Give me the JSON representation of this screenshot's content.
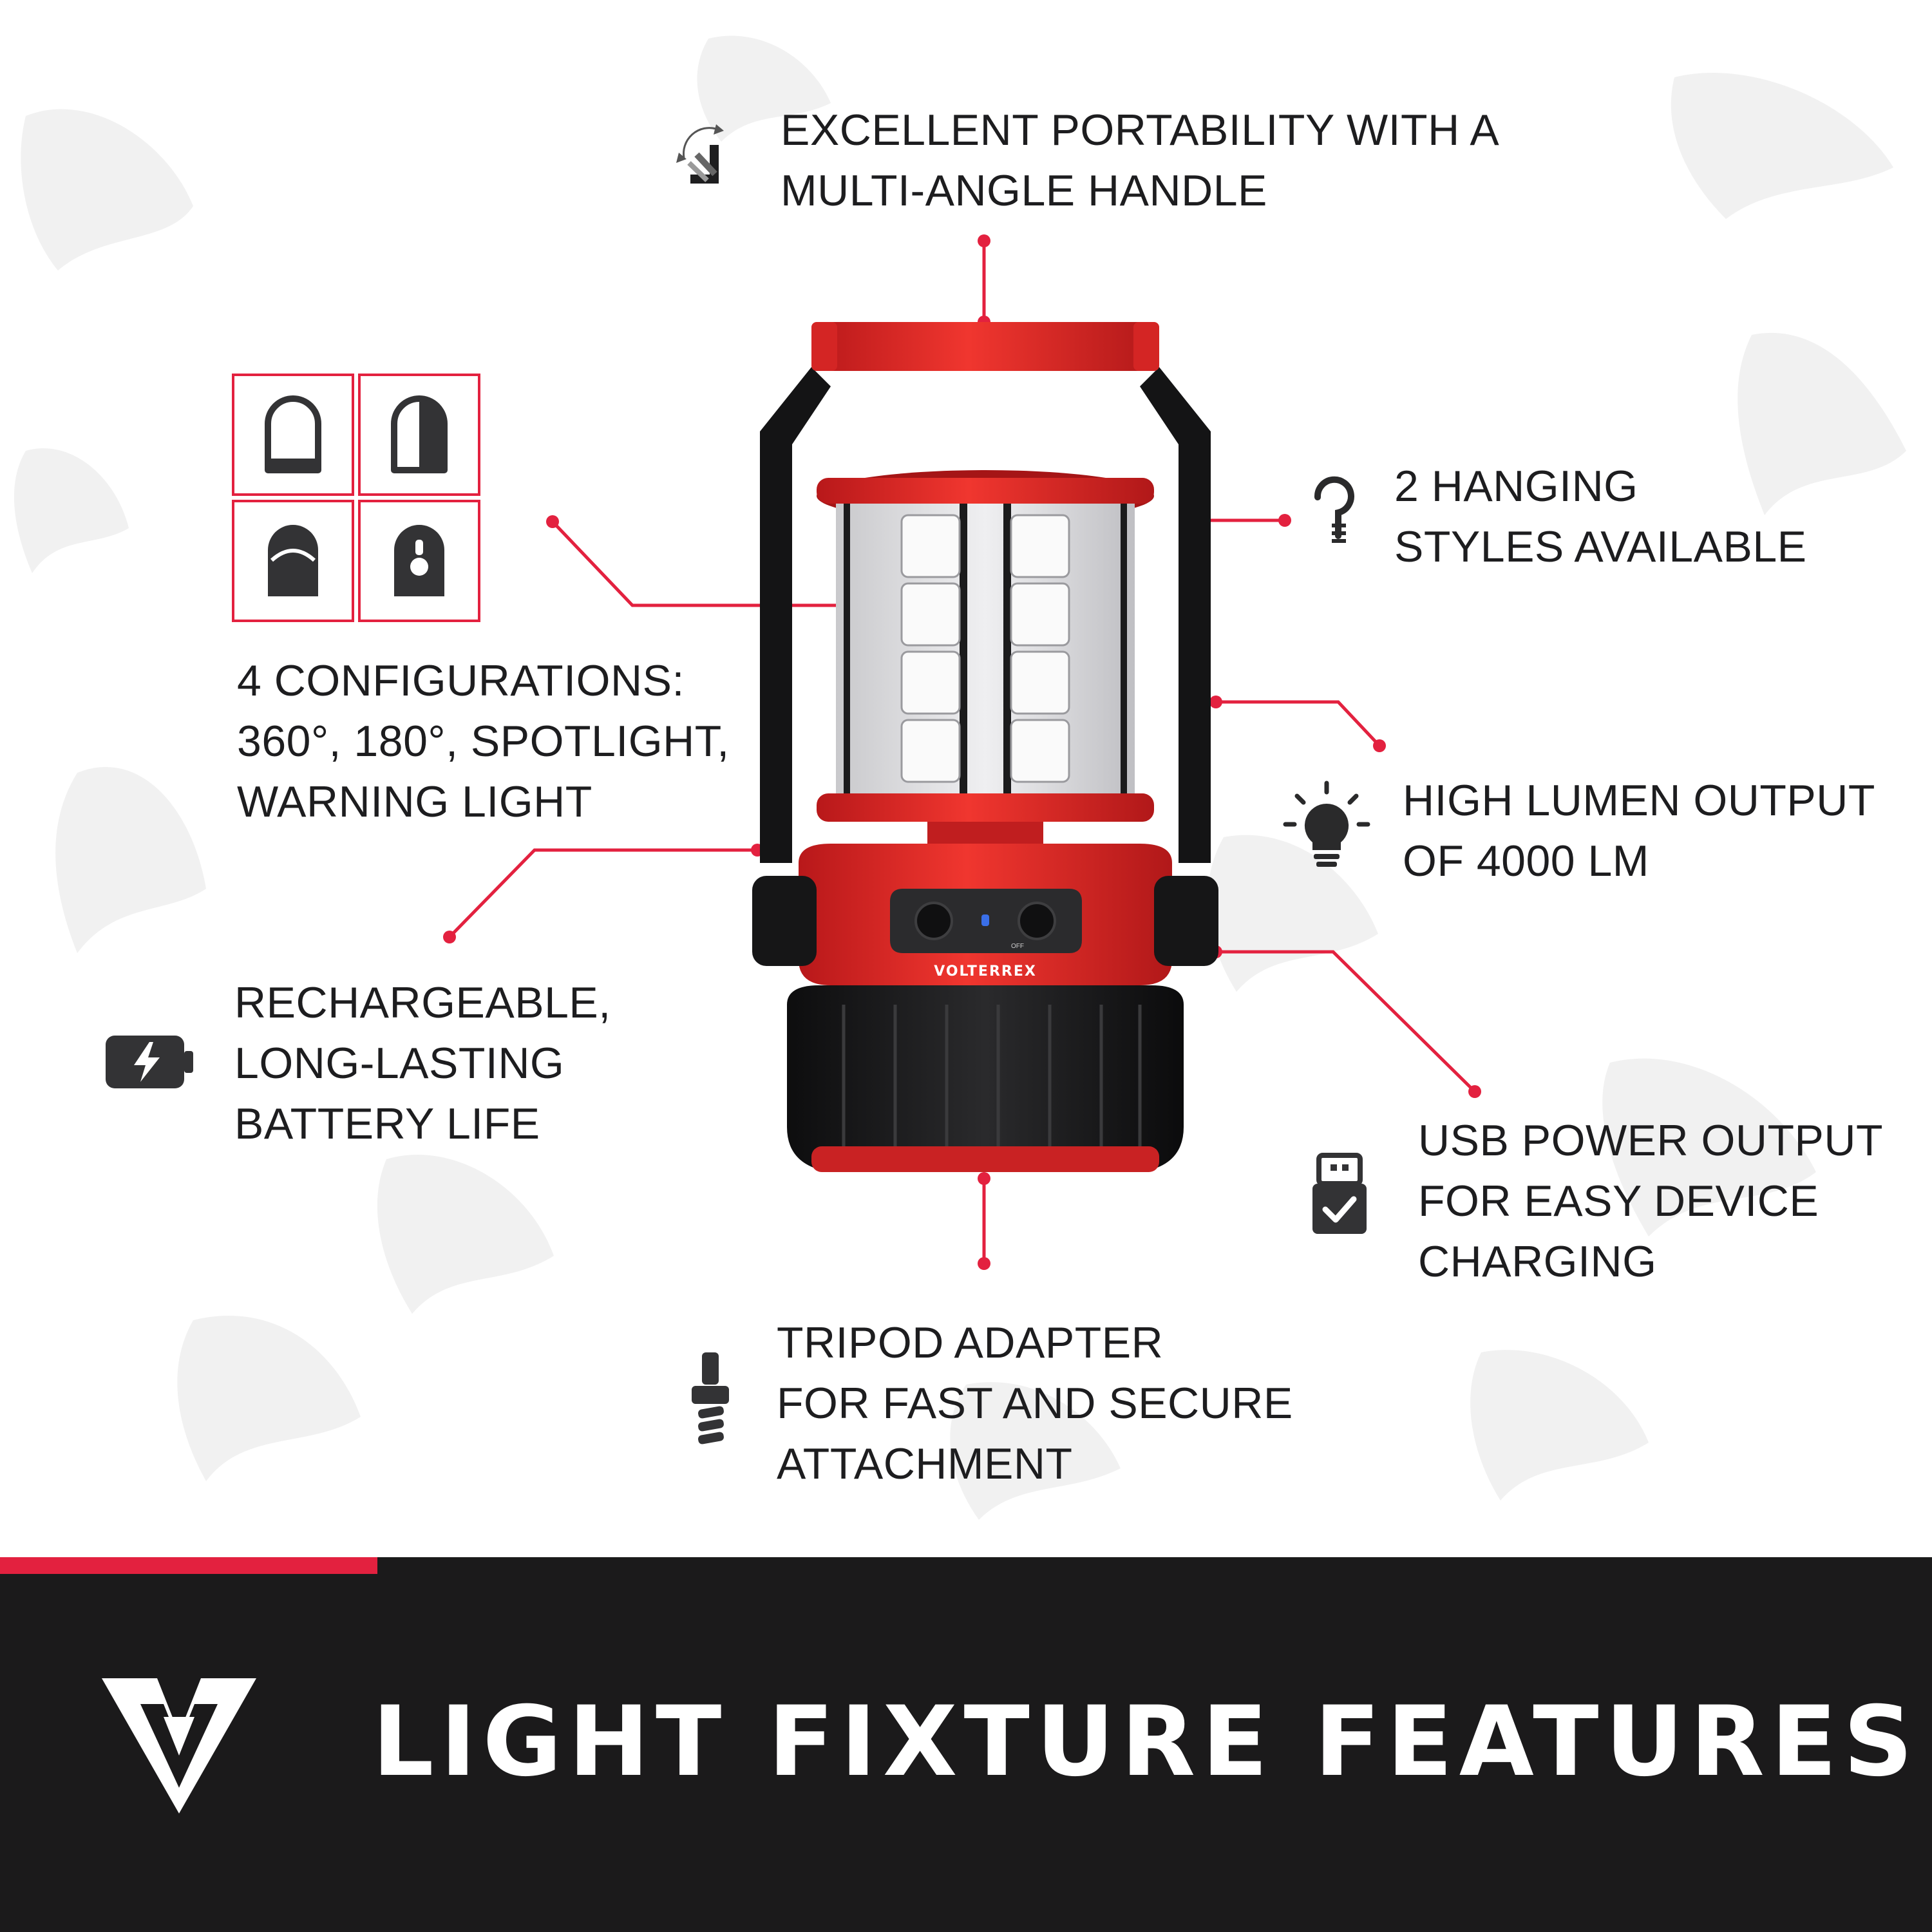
{
  "brand": "VOLTERREX",
  "knob_label": "OFF",
  "colors": {
    "accent": "#e3213f",
    "lantern_red": "#e8302f",
    "text": "#1d1d1f",
    "footer_bg": "#1b1a1b",
    "icon_dark": "#333335"
  },
  "footer": {
    "title": "LIGHT FIXTURE FEATURES",
    "logo_icon": "v-logo-icon"
  },
  "features": {
    "handle": {
      "icon": "rotate-angle-icon",
      "lines": [
        "EXCELLENT PORTABILITY WITH A",
        "MULTI-ANGLE HANDLE"
      ]
    },
    "hanging": {
      "icon": "hook-icon",
      "lines": [
        "2 HANGING",
        "STYLES AVAILABLE"
      ]
    },
    "configs": {
      "icons": [
        "360-mode-icon",
        "180-mode-icon",
        "spotlight-mode-icon",
        "warning-light-mode-icon"
      ],
      "lines": [
        "4 CONFIGURATIONS:",
        "360°, 180°, SPOTLIGHT,",
        "WARNING LIGHT"
      ]
    },
    "lumen": {
      "icon": "light-bulb-icon",
      "lines": [
        "HIGH LUMEN OUTPUT",
        "OF 4000 LM"
      ]
    },
    "battery": {
      "icon": "battery-charging-icon",
      "lines": [
        "RECHARGEABLE,",
        "LONG-LASTING",
        "BATTERY LIFE"
      ]
    },
    "usb": {
      "icon": "usb-check-icon",
      "lines": [
        "USB POWER OUTPUT",
        "FOR EASY DEVICE",
        "CHARGING"
      ]
    },
    "tripod": {
      "icon": "tripod-screw-icon",
      "lines": [
        "TRIPOD ADAPTER",
        "FOR FAST AND SECURE",
        "ATTACHMENT"
      ]
    }
  }
}
